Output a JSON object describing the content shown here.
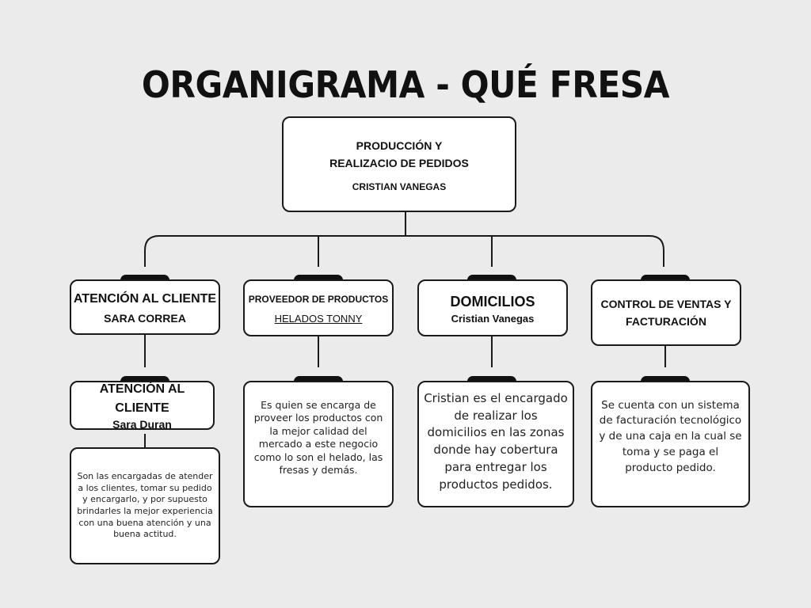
{
  "title": "ORGANIGRAMA - QUÉ FRESA",
  "colors": {
    "background": "#ebebeb",
    "box_fill": "#ffffff",
    "line": "#1a1a1a",
    "text": "#111111"
  },
  "root": {
    "title_line1": "PRODUCCIÓN Y",
    "title_line2": "REALIZACIO DE PEDIDOS",
    "person": "CRISTIAN VANEGAS"
  },
  "departments": [
    {
      "title": "ATENCIÓN AL CLIENTE",
      "person": "SARA CORREA",
      "sub_role": {
        "title": "ATENCIÓN AL CLIENTE",
        "person": "Sara Duran"
      },
      "description": "Son las encargadas de atender a los clientes, tomar su pedido y encargarlo, y por supuesto brindarles la mejor experiencia con una buena atención y una buena actitud."
    },
    {
      "title": "PROVEEDOR DE PRODUCTOS",
      "person": "HELADOS TONNY",
      "description": "Es quien se encarga de proveer los productos con la mejor calidad del mercado a este negocio como lo son el helado, las fresas y demás."
    },
    {
      "title": "DOMICILIOS",
      "person": "Cristian Vanegas",
      "description": "Cristian es el encargado de realizar los domicilios en las zonas donde hay cobertura para entregar los productos pedidos."
    },
    {
      "title_line1": "CONTROL DE VENTAS Y",
      "title_line2": "FACTURACIÓN",
      "description": "Se cuenta con un sistema de facturación tecnológico y de una caja en la cual se toma y se paga el producto pedido."
    }
  ]
}
